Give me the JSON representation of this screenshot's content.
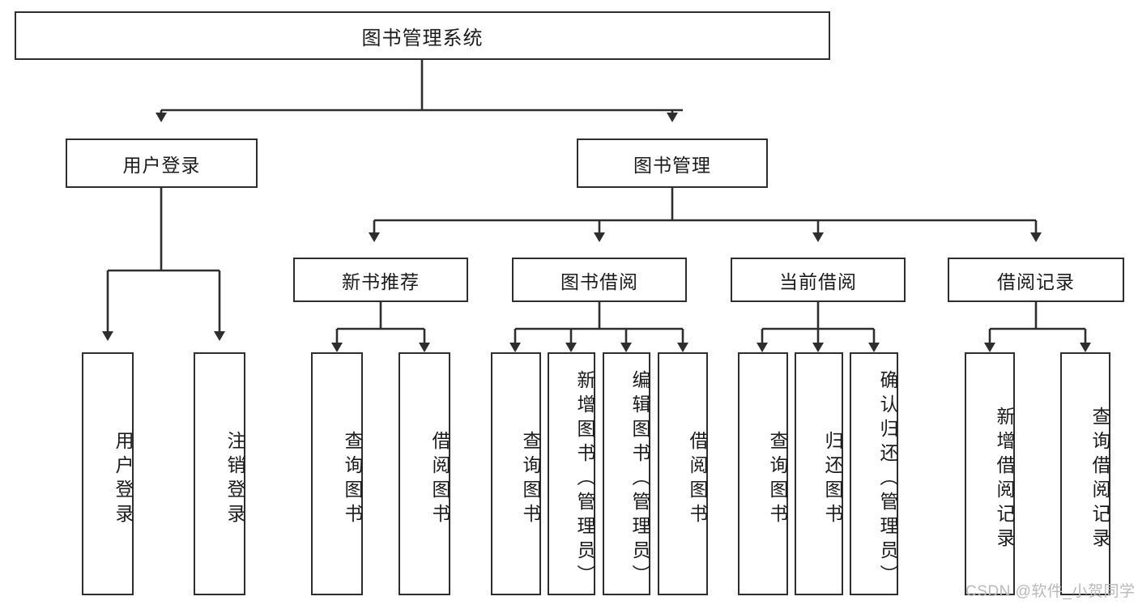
{
  "diagram": {
    "title": "图书管理系统",
    "type": "tree-hierarchy-diagram",
    "root": {
      "id": "root",
      "label": "图书管理系统"
    },
    "level2": [
      {
        "id": "n-user-login",
        "label": "用户登录"
      },
      {
        "id": "n-book-manage",
        "label": "图书管理"
      }
    ],
    "level3": [
      {
        "id": "n-new-book-rec",
        "label": "新书推荐",
        "parent": "n-book-manage"
      },
      {
        "id": "n-book-borrow",
        "label": "图书借阅",
        "parent": "n-book-manage"
      },
      {
        "id": "n-current-borrow",
        "label": "当前借阅",
        "parent": "n-book-manage"
      },
      {
        "id": "n-borrow-record",
        "label": "借阅记录",
        "parent": "n-book-manage"
      }
    ],
    "leaves": [
      {
        "id": "l-user-login",
        "label": "用户登录",
        "parent": "n-user-login"
      },
      {
        "id": "l-logout",
        "label": "注销登录",
        "parent": "n-user-login"
      },
      {
        "id": "l-query-book-1",
        "label": "查询图书",
        "parent": "n-new-book-rec"
      },
      {
        "id": "l-borrow-book-1",
        "label": "借阅图书",
        "parent": "n-new-book-rec"
      },
      {
        "id": "l-query-book-2",
        "label": "查询图书",
        "parent": "n-book-borrow"
      },
      {
        "id": "l-add-book",
        "label": "新增图书（管理员）",
        "parent": "n-book-borrow"
      },
      {
        "id": "l-edit-book",
        "label": "编辑图书（管理员）",
        "parent": "n-book-borrow"
      },
      {
        "id": "l-borrow-book-2",
        "label": "借阅图书",
        "parent": "n-book-borrow"
      },
      {
        "id": "l-query-book-3",
        "label": "查询图书",
        "parent": "n-current-borrow"
      },
      {
        "id": "l-return-book",
        "label": "归还图书",
        "parent": "n-current-borrow"
      },
      {
        "id": "l-confirm-return",
        "label": "确认归还（管理员）",
        "parent": "n-current-borrow"
      },
      {
        "id": "l-add-record",
        "label": "新增借阅记录",
        "parent": "n-borrow-record"
      },
      {
        "id": "l-query-record",
        "label": "查询借阅记录",
        "parent": "n-borrow-record"
      }
    ],
    "watermark": "CSDN @软件_小贺同学",
    "colors": {
      "stroke": "#2e2e2e",
      "fill": "#ffffff",
      "text": "#1b1b1b",
      "watermark": "#b9b9b9"
    }
  }
}
